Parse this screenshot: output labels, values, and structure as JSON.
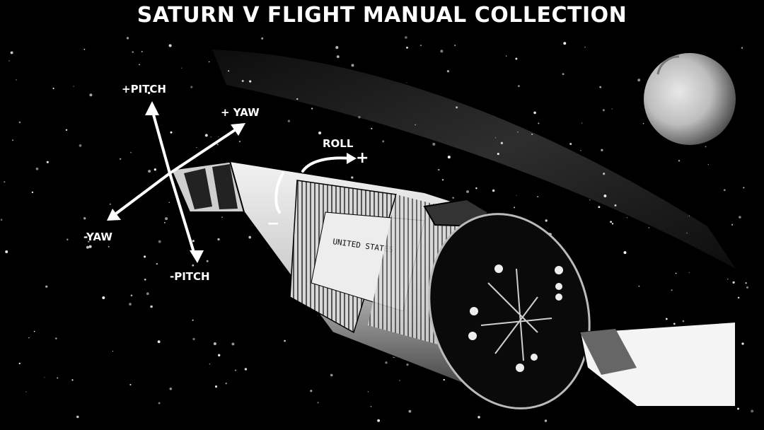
{
  "title": "SATURN V FLIGHT MANUAL COLLECTION",
  "axes": {
    "plus_pitch": "+PITCH",
    "plus_yaw": "+ YAW",
    "minus_yaw": "-YAW",
    "minus_pitch": "-PITCH",
    "roll": "ROLL",
    "roll_plus": "+",
    "roll_minus": "−"
  },
  "vehicle_marking": "UNITED STATES",
  "colors": {
    "background": "#000000",
    "ink": "#ffffff"
  }
}
